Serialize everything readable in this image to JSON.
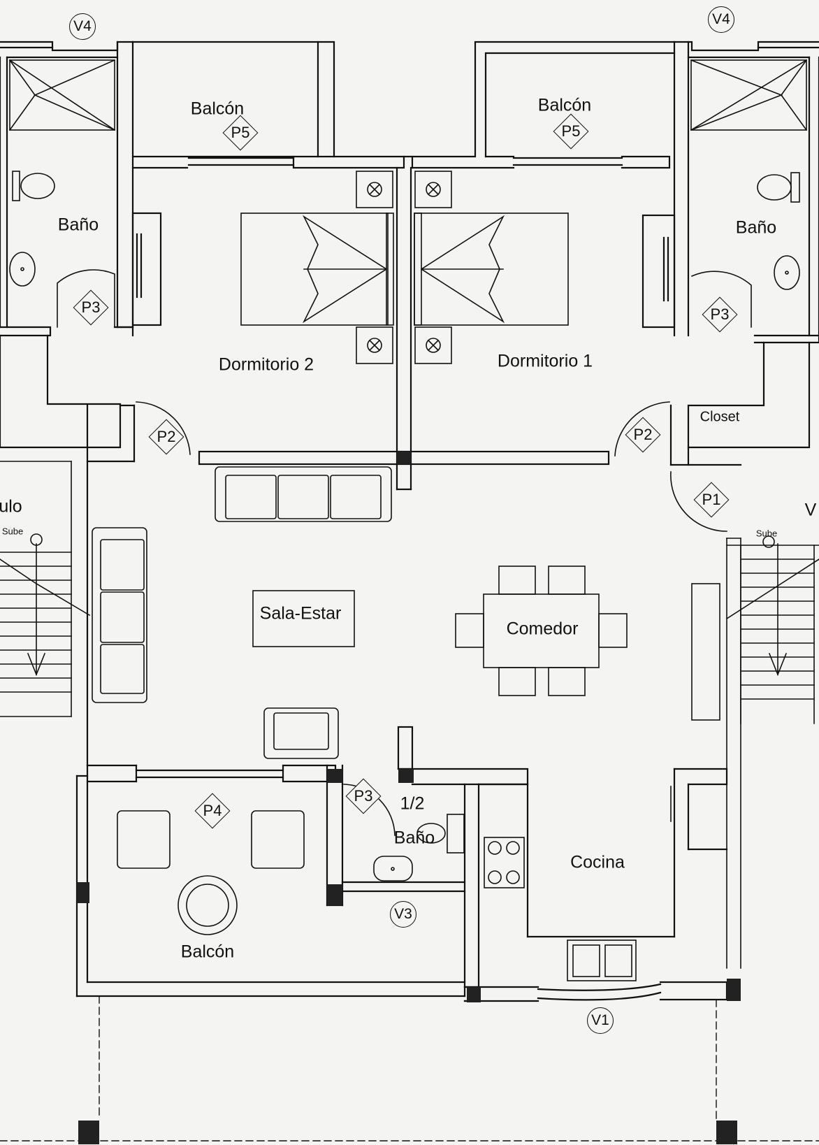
{
  "rooms": {
    "balcon_left_top": "Balcón",
    "balcon_right_top": "Balcón",
    "bano_left": "Baño",
    "bano_right": "Baño",
    "dormitorio_2": "Dormitorio 2",
    "dormitorio_1": "Dormitorio 1",
    "closet": "Closet",
    "sala_estar": "Sala-Estar",
    "comedor": "Comedor",
    "half_bath_fraction": "1/2",
    "half_bath_name": "Baño",
    "cocina": "Cocina",
    "balcon_bottom": "Balcón",
    "stair_left_partial": "ulo",
    "stair_right_partial": "V",
    "sube_left": "Sube",
    "sube_right": "Sube"
  },
  "doors": {
    "p5_left": "P5",
    "p5_right": "P5",
    "p3_left": "P3",
    "p3_right": "P3",
    "p3_half": "P3",
    "p2_left": "P2",
    "p2_right": "P2",
    "p1": "P1",
    "p4": "P4"
  },
  "windows": {
    "v4_left": "V4",
    "v4_right": "V4",
    "v3": "V3",
    "v1": "V1"
  },
  "colors": {
    "ink": "#111111",
    "paper": "#f4f4f2",
    "column_fill": "#222222"
  }
}
